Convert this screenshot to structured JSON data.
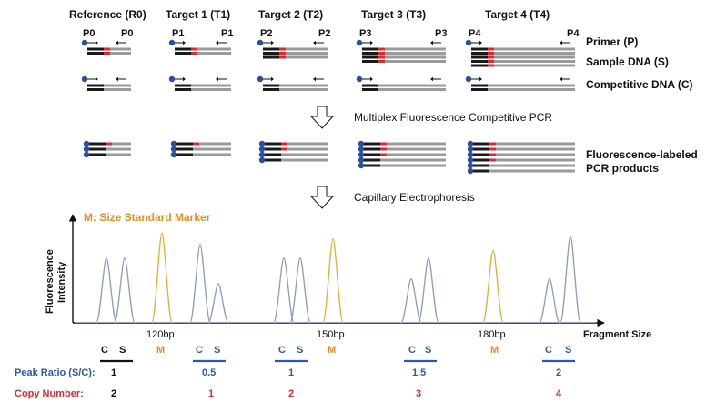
{
  "colors": {
    "dark_strand": "#1a1a1a",
    "gray_strand": "#9a9a9a",
    "mutation": "#e0282e",
    "dye": "#2a4ea0",
    "peak_blue": "#8a9ac0",
    "peak_orange": "#f0a830",
    "label_blue": "#2a5aa8",
    "label_red": "#e0282e",
    "label_orange": "#f08a20"
  },
  "targets": [
    {
      "header": "Reference (R0)",
      "fwd": "P0",
      "rev": "P0",
      "sample_strands": 1
    },
    {
      "header": "Target 1 (T1)",
      "fwd": "P1",
      "rev": "P1",
      "sample_strands": 1
    },
    {
      "header": "Target 2 (T2)",
      "fwd": "P2",
      "rev": "P2",
      "sample_strands": 2
    },
    {
      "header": "Target 3 (T3)",
      "fwd": "P3",
      "rev": "P3",
      "sample_strands": 3
    },
    {
      "header": "Target 4 (T4)",
      "fwd": "P4",
      "rev": "P4",
      "sample_strands": 4
    }
  ],
  "legend": {
    "primer": "Primer (P)",
    "sample": "Sample DNA (S)",
    "competitive": "Competitive DNA (C)",
    "products_line1": "Fluorescence-labeled",
    "products_line2": "PCR products"
  },
  "steps": {
    "pcr": "Multiplex Fluorescence Competitive PCR",
    "ce": "Capillary Electrophoresis"
  },
  "chart": {
    "marker_title": "M: Size Standard Marker",
    "ylabel_line1": "Fluorescence",
    "ylabel_line2": "Intensity",
    "xlabel": "Fragment Size",
    "ticks": [
      "120bp",
      "150bp",
      "180bp"
    ]
  },
  "bottom": {
    "c": "C",
    "s": "S",
    "m": "M",
    "ratio_label": "Peak Ratio (S/C):",
    "copy_label": "Copy Number:",
    "ratios": [
      "1",
      "0.5",
      "1",
      "1.5",
      "2"
    ],
    "copies": [
      "2",
      "1",
      "2",
      "3",
      "4"
    ]
  },
  "chart_data": {
    "type": "line",
    "title": "M: Size Standard Marker",
    "xlabel": "Fragment Size",
    "ylabel": "Fluorescence Intensity",
    "x_ticks": [
      "120bp",
      "150bp",
      "180bp"
    ],
    "series": [
      {
        "name": "C",
        "values": [
          0.68,
          0.82,
          0.68,
          0.46,
          0.46
        ]
      },
      {
        "name": "S",
        "values": [
          0.68,
          0.41,
          0.68,
          0.68,
          0.91
        ]
      },
      {
        "name": "M",
        "values": [
          0.94,
          0.88,
          0.76
        ]
      }
    ]
  }
}
